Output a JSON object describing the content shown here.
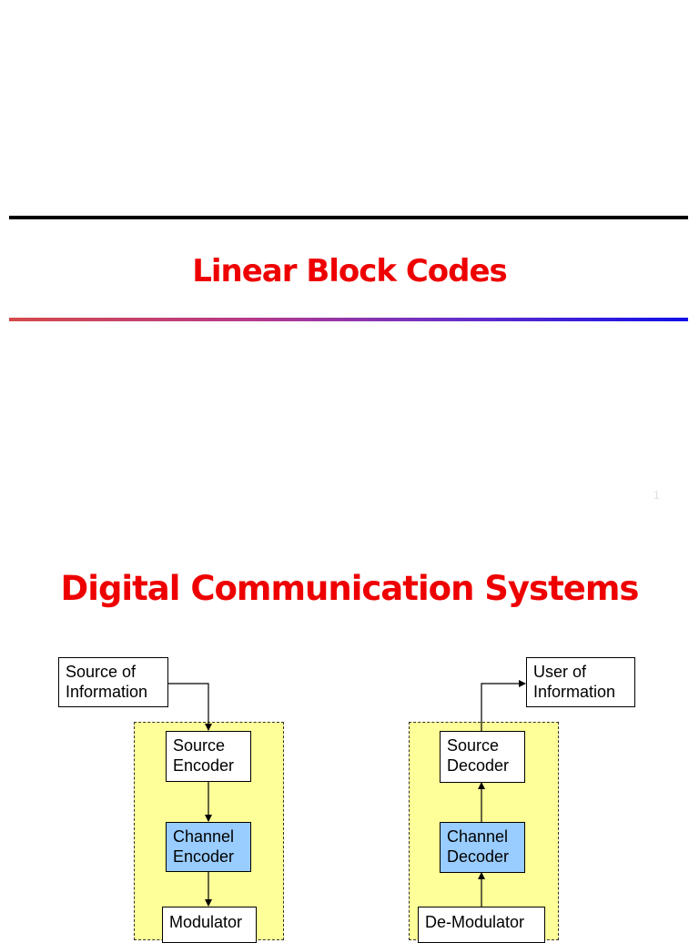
{
  "slide1": {
    "title": "Linear Block Codes",
    "page_number": "1"
  },
  "slide2": {
    "title": "Digital Communication Systems",
    "transmitter": {
      "source": "Source of\nInformation",
      "source_encoder": "Source\nEncoder",
      "channel_encoder": "Channel\nEncoder",
      "modulator": "Modulator"
    },
    "receiver": {
      "user": "User of\nInformation",
      "source_decoder": "Source\nDecoder",
      "channel_decoder": "Channel\nDecoder",
      "demodulator": "De-Modulator"
    }
  },
  "colors": {
    "title_red": "#ee0000",
    "region_yellow": "#ffff99",
    "channel_block_blue": "#99ccff"
  }
}
